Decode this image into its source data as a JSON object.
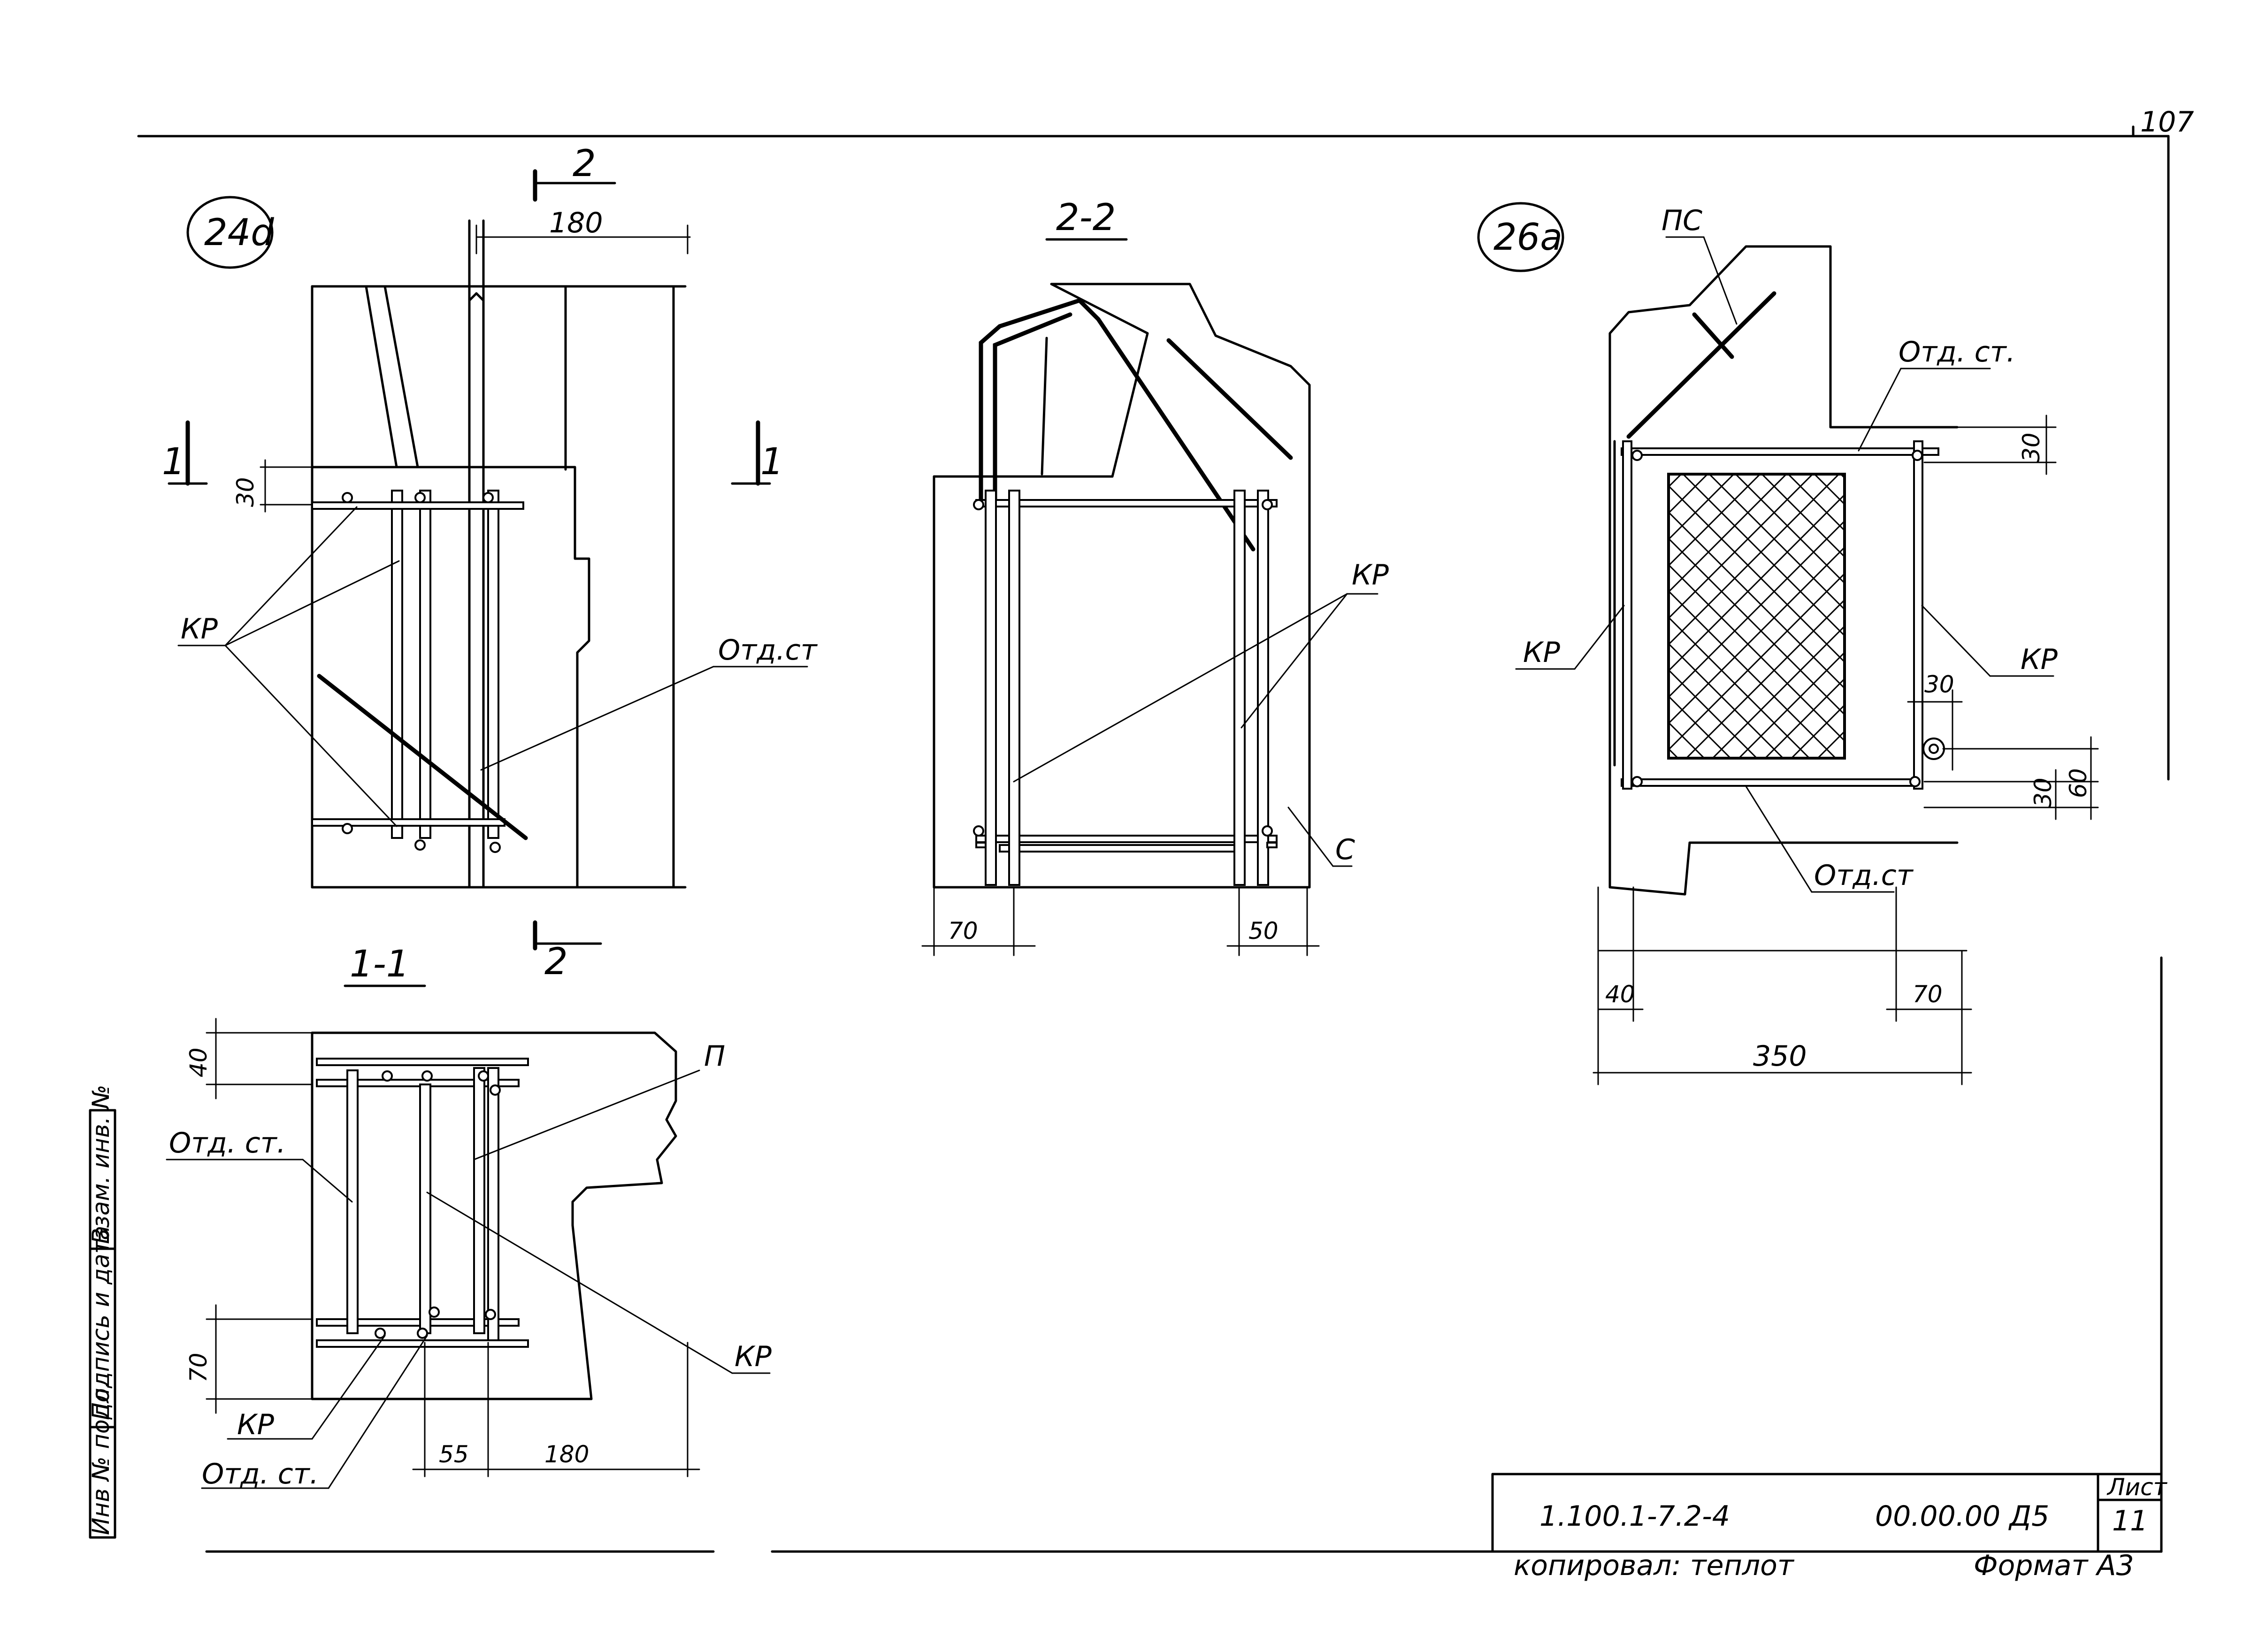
{
  "page_number": "107",
  "views": {
    "node_24d": {
      "label": "24d",
      "section_mark_top": "2",
      "section_mark_bottom": "2",
      "cut_mark_left": "1",
      "cut_mark_right": "1",
      "dim_width": "180",
      "dim_offset": "30",
      "leader_kr": "КР",
      "leader_otd": "Отд.ст"
    },
    "section_1_1": {
      "title": "1-1",
      "dim_top": "40",
      "dim_bottom": "70",
      "dim_55": "55",
      "dim_180": "180",
      "leader_otd_top": "Отд. ст.",
      "leader_p": "П",
      "leader_kr_right": "КР",
      "leader_kr_bottom": "КР",
      "leader_otd_bottom": "Отд. ст."
    },
    "section_2_2": {
      "title": "2-2",
      "dim_left": "70",
      "dim_right": "50",
      "leader_kr": "КР",
      "leader_c": "С"
    },
    "node_26a": {
      "label": "26а",
      "leader_ps": "ПС",
      "leader_otd_top": "Отд. ст.",
      "leader_kr_left": "КР",
      "leader_kr_right": "КР",
      "leader_otd_bottom": "Отд.ст",
      "dim_30_top": "30",
      "dim_30_mid": "30",
      "dim_30_low": "30",
      "dim_60": "60",
      "dim_40": "40",
      "dim_70": "70",
      "dim_350": "350"
    }
  },
  "side_stamp": {
    "inv_no": "Инв № подл.",
    "signature_date": "Подпись и дата",
    "replace_inv": "Взам. инв. №"
  },
  "title_block": {
    "series": "1.100.1-7.2-4",
    "doc_code": "00.00.00 Д5",
    "sheet_label": "Лист",
    "sheet_no": "11"
  },
  "footer": {
    "copied_by": "копировал: теплот",
    "format": "Формат А3"
  }
}
